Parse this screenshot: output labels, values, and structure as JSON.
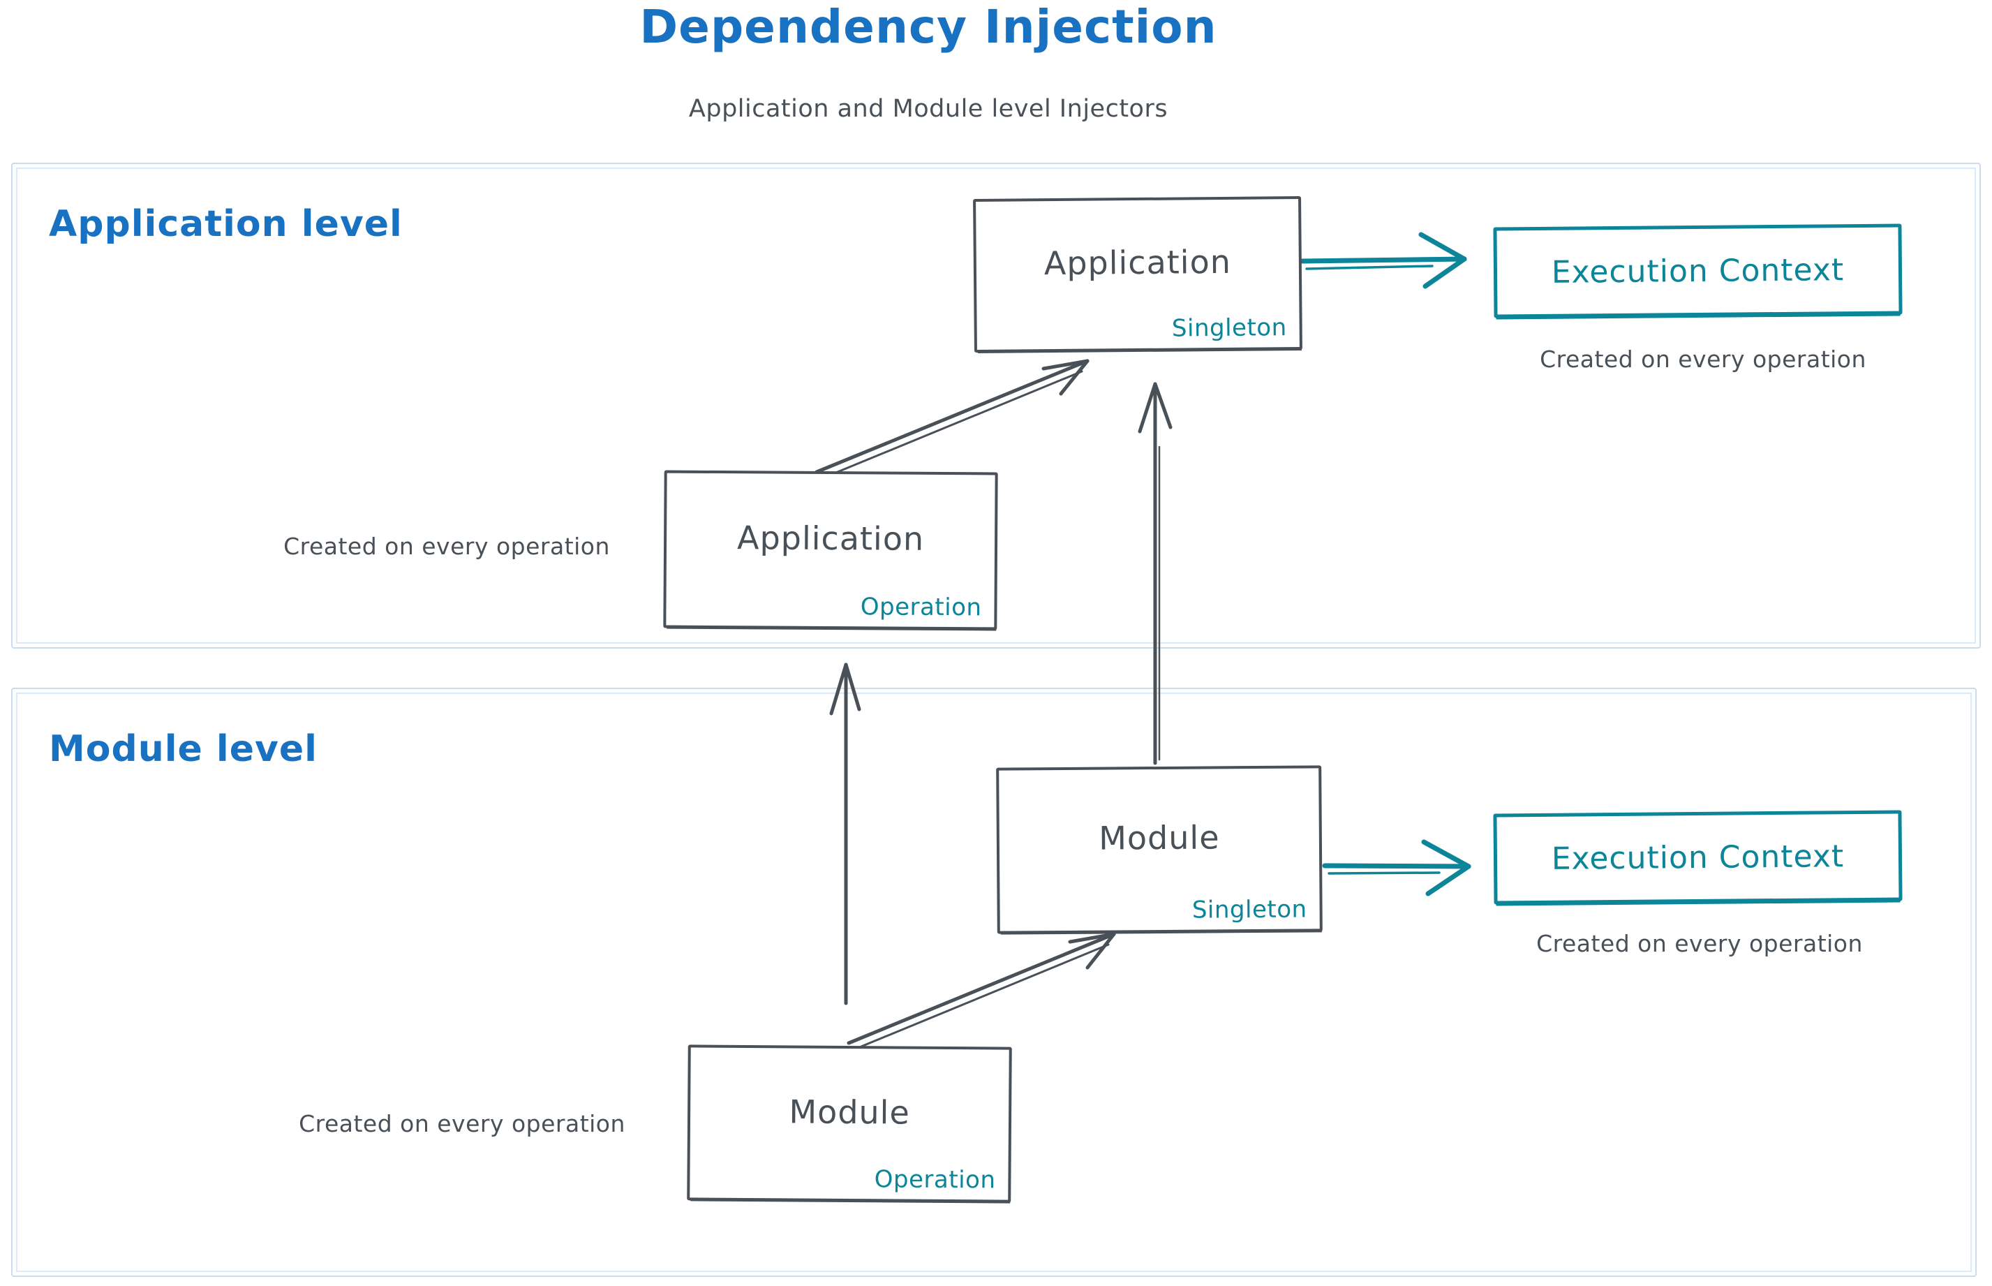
{
  "title": "Dependency Injection",
  "subtitle": "Application and Module level Injectors",
  "colors": {
    "blue": "#1971c2",
    "dark": "#495057",
    "teal": "#0c8599",
    "frame": "#cbdcee"
  },
  "sections": [
    {
      "label": "Application level"
    },
    {
      "label": "Module level"
    }
  ],
  "nodes": {
    "app_singleton": {
      "title": "Application",
      "badge": "Singleton"
    },
    "app_operation": {
      "title": "Application",
      "badge": "Operation"
    },
    "exec_context_app": {
      "title": "Execution Context"
    },
    "module_singleton": {
      "title": "Module",
      "badge": "Singleton"
    },
    "module_operation": {
      "title": "Module",
      "badge": "Operation"
    },
    "exec_context_module": {
      "title": "Execution Context"
    }
  },
  "captions": {
    "exec_context_app": "Created on every operation",
    "app_operation": "Created on every operation",
    "exec_context_module": "Created on every operation",
    "module_operation": "Created on every operation"
  },
  "arrows": [
    {
      "from": "app_singleton",
      "to": "exec_context_app",
      "color": "teal"
    },
    {
      "from": "app_operation",
      "to": "app_singleton",
      "color": "dark"
    },
    {
      "from": "module_singleton",
      "to": "app_singleton",
      "color": "dark"
    },
    {
      "from": "module_singleton",
      "to": "exec_context_module",
      "color": "teal"
    },
    {
      "from": "module_operation",
      "to": "module_singleton",
      "color": "dark"
    },
    {
      "from": "module_operation",
      "to": "app_operation",
      "color": "dark"
    }
  ]
}
